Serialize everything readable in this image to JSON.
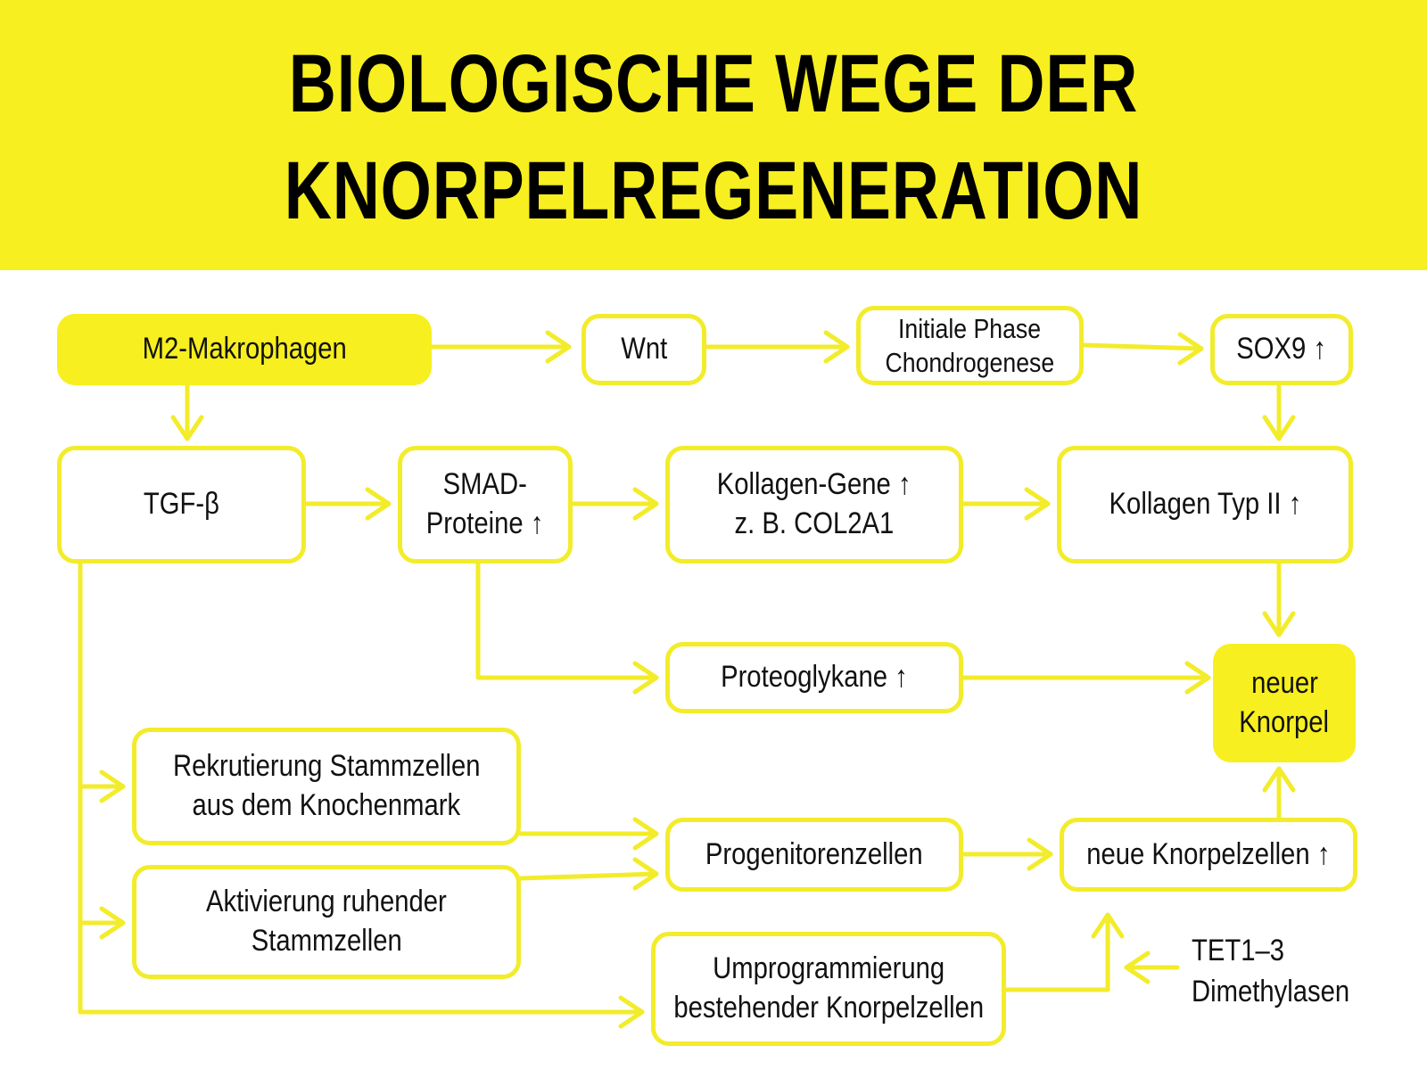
{
  "colors": {
    "accent": "#F7EF1F",
    "line": "#F2EC2B",
    "text": "#111111"
  },
  "title": {
    "line1": "BIOLOGISCHE WEGE DER",
    "line2": "KNORPELREGENERATION"
  },
  "nodes": {
    "m2": [
      "M2-Makrophagen"
    ],
    "wnt": [
      "Wnt"
    ],
    "initiale": [
      "Initiale Phase",
      "Chondrogenese"
    ],
    "sox9": [
      "SOX9 ↑"
    ],
    "tgf": [
      "TGF-β"
    ],
    "smad": [
      "SMAD-",
      "Proteine ↑"
    ],
    "kollagen_gene": [
      "Kollagen-Gene ↑",
      "z. B. COL2A1"
    ],
    "kollagen_typ": [
      "Kollagen Typ II ↑"
    ],
    "proteoglykane": [
      "Proteoglykane  ↑"
    ],
    "neuer_knorpel": [
      "neuer",
      "Knorpel"
    ],
    "rekrutierung": [
      "Rekrutierung Stammzellen",
      "aus dem Knochenmark"
    ],
    "progenitor": [
      "Progenitorenzellen"
    ],
    "neue_zellen": [
      "neue Knorpelzellen ↑"
    ],
    "aktivierung": [
      "Aktivierung ruhender",
      "Stammzellen"
    ],
    "umprogrammierung": [
      "Umprogrammierung",
      "bestehender Knorpelzellen"
    ],
    "tet": [
      "TET1–3",
      "Dimethylasen"
    ]
  }
}
